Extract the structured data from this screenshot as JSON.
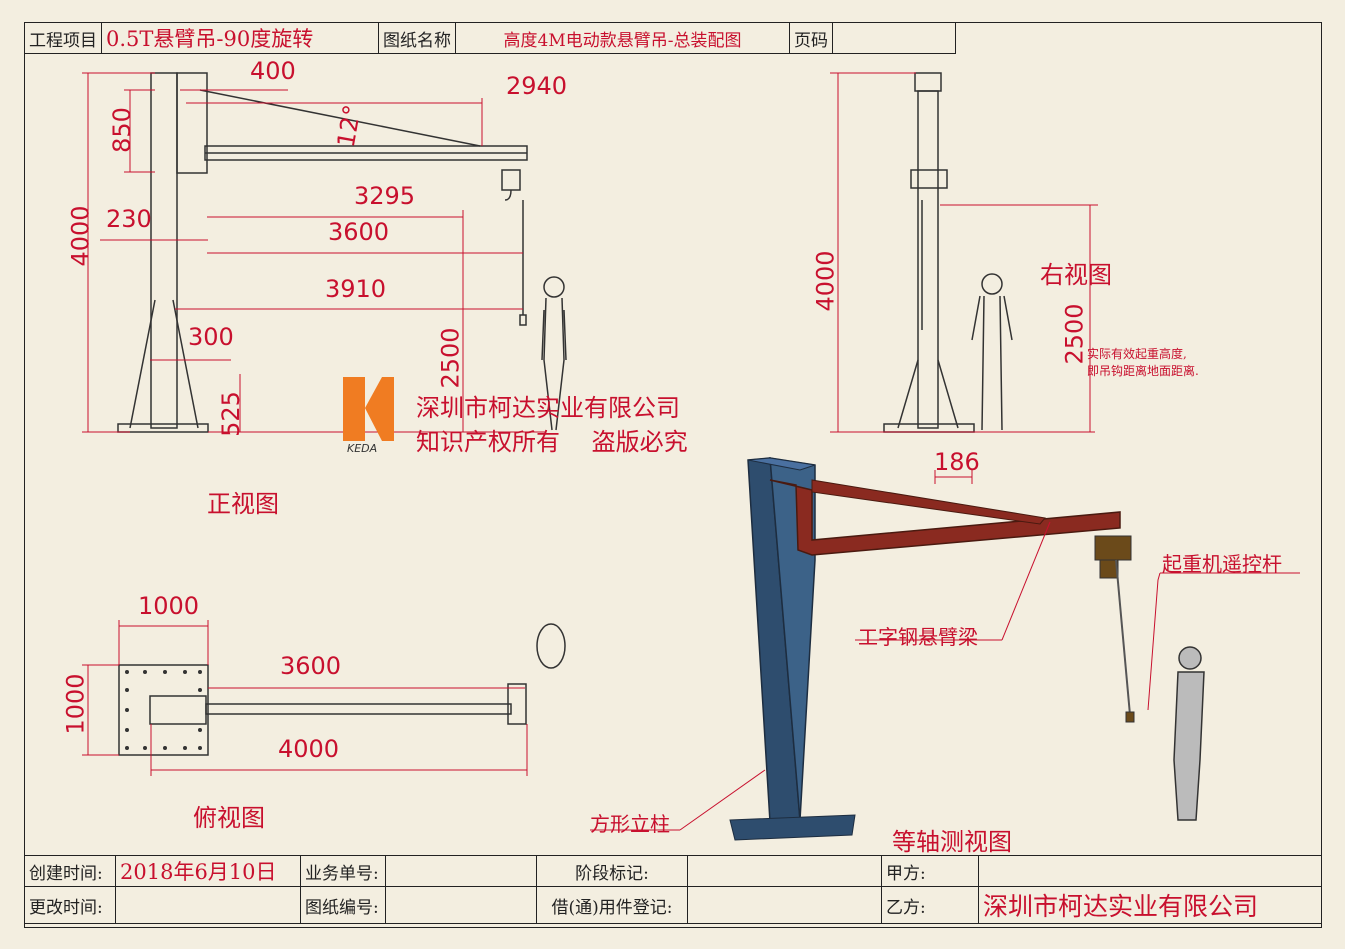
{
  "title_block": {
    "project_label": "工程项目",
    "project_value": "0.5T悬臂吊-90度旋转",
    "drawing_name_label": "图纸名称",
    "drawing_name_value": "高度4M电动款悬臂吊-总装配图",
    "page_label": "页码",
    "page_value": ""
  },
  "bottom_block": {
    "created_label": "创建时间:",
    "created_value": "2018年6月10日",
    "business_no_label": "业务单号:",
    "business_no_value": "",
    "stage_label": "阶段标记:",
    "stage_value": "",
    "party_a_label": "甲方:",
    "party_a_value": "",
    "modified_label": "更改时间:",
    "modified_value": "",
    "drawing_no_label": "图纸编号:",
    "drawing_no_value": "",
    "borrow_label": "借(通)用件登记:",
    "borrow_value": "",
    "party_b_label": "乙方:",
    "party_b_value": "深圳市柯达实业有限公司"
  },
  "views": {
    "front": "正视图",
    "right": "右视图",
    "top": "俯视图",
    "iso": "等轴测视图"
  },
  "watermark": {
    "logo_text": "KEDA",
    "line1": "深圳市柯达实业有限公司",
    "line2": "知识产权所有　 盗版必究"
  },
  "annotations": {
    "effective_height_line1": "实际有效起重高度,",
    "effective_height_line2": "即吊钩距离地面距离.",
    "beam": "工字钢悬臂梁",
    "remote": "起重机遥控杆",
    "column": "方形立柱"
  },
  "dimensions": {
    "front": [
      "400",
      "2940",
      "850",
      "12°",
      "3295",
      "230",
      "3600",
      "4000",
      "3910",
      "300",
      "2500",
      "525"
    ],
    "right": [
      "4000",
      "2500"
    ],
    "top": [
      "1000",
      "3600",
      "1000",
      "4000"
    ],
    "iso": [
      "186"
    ]
  },
  "colors": {
    "dimension": "#c8102e",
    "column_iso": "#2e4d6e",
    "arm_iso": "#8a2a20",
    "background": "#f3eee0"
  }
}
